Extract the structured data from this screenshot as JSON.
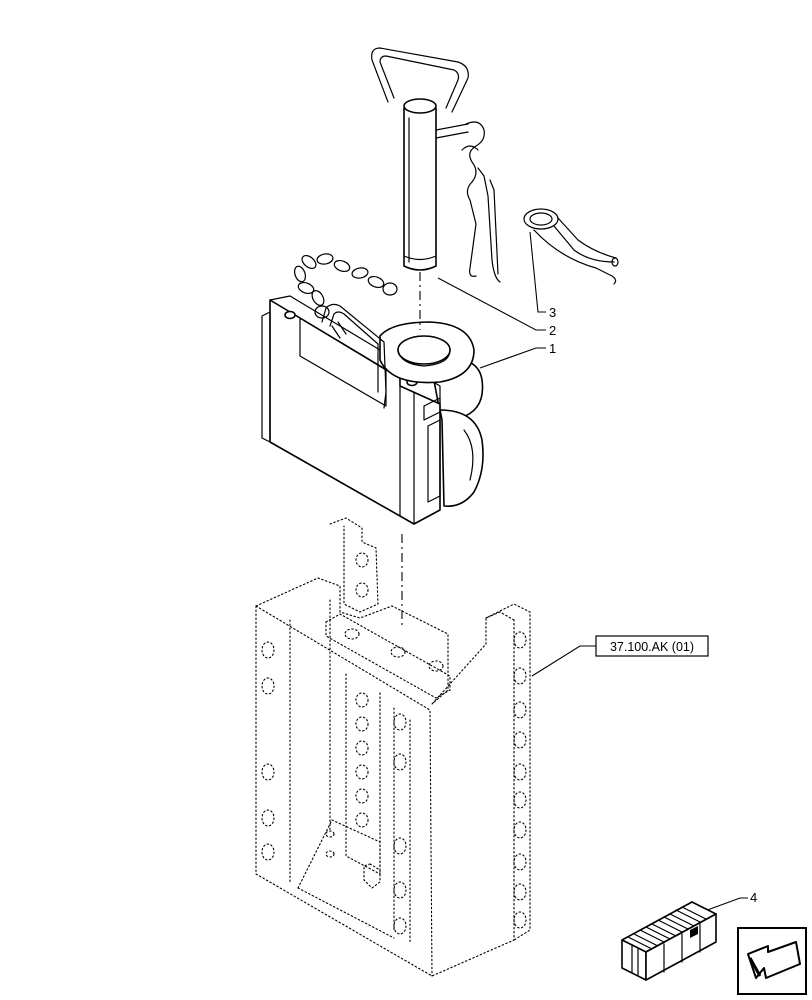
{
  "callouts": {
    "item1": "1",
    "item2": "2",
    "item3": "3",
    "item4": "4"
  },
  "reference_label": "37.100.AK (01)",
  "icons": {
    "kit_box": "packaged-kit-box-icon",
    "nav_arrow": "navigation-arrow-icon"
  }
}
